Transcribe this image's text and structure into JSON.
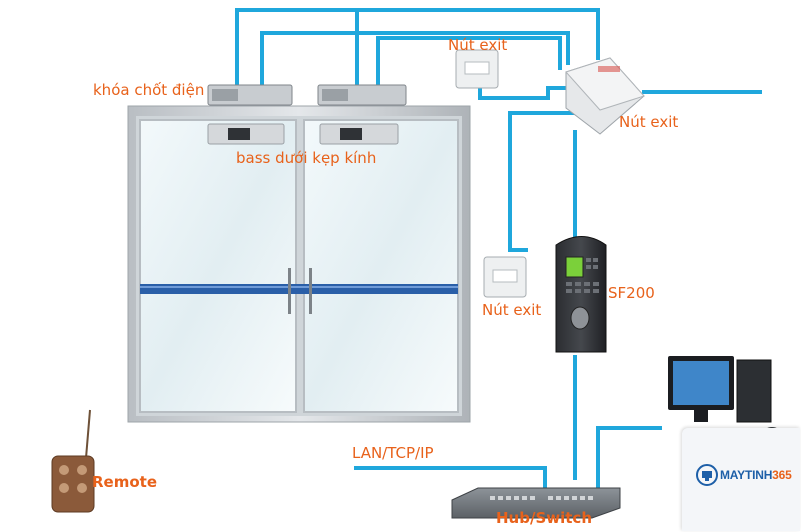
{
  "labels": {
    "lock": "khóa chốt điện",
    "exit_top": "Nút exit",
    "exit_right": "Nút exit",
    "exit_mid": "Nút exit",
    "glass_clamp": "bass dưới kẹp kính",
    "device": "SF200",
    "network": "LAN/TCP/IP",
    "switch": "Hub/Switch",
    "remote": "Remote"
  },
  "logo": {
    "brand": "MAYTINH",
    "brand_number": "365"
  },
  "colors": {
    "wire": "#1fa7dc",
    "label": "#e8621b",
    "door_frame": "#c9ced3",
    "glass": "#eaf3f6",
    "stripe": "#2a5fa8"
  }
}
